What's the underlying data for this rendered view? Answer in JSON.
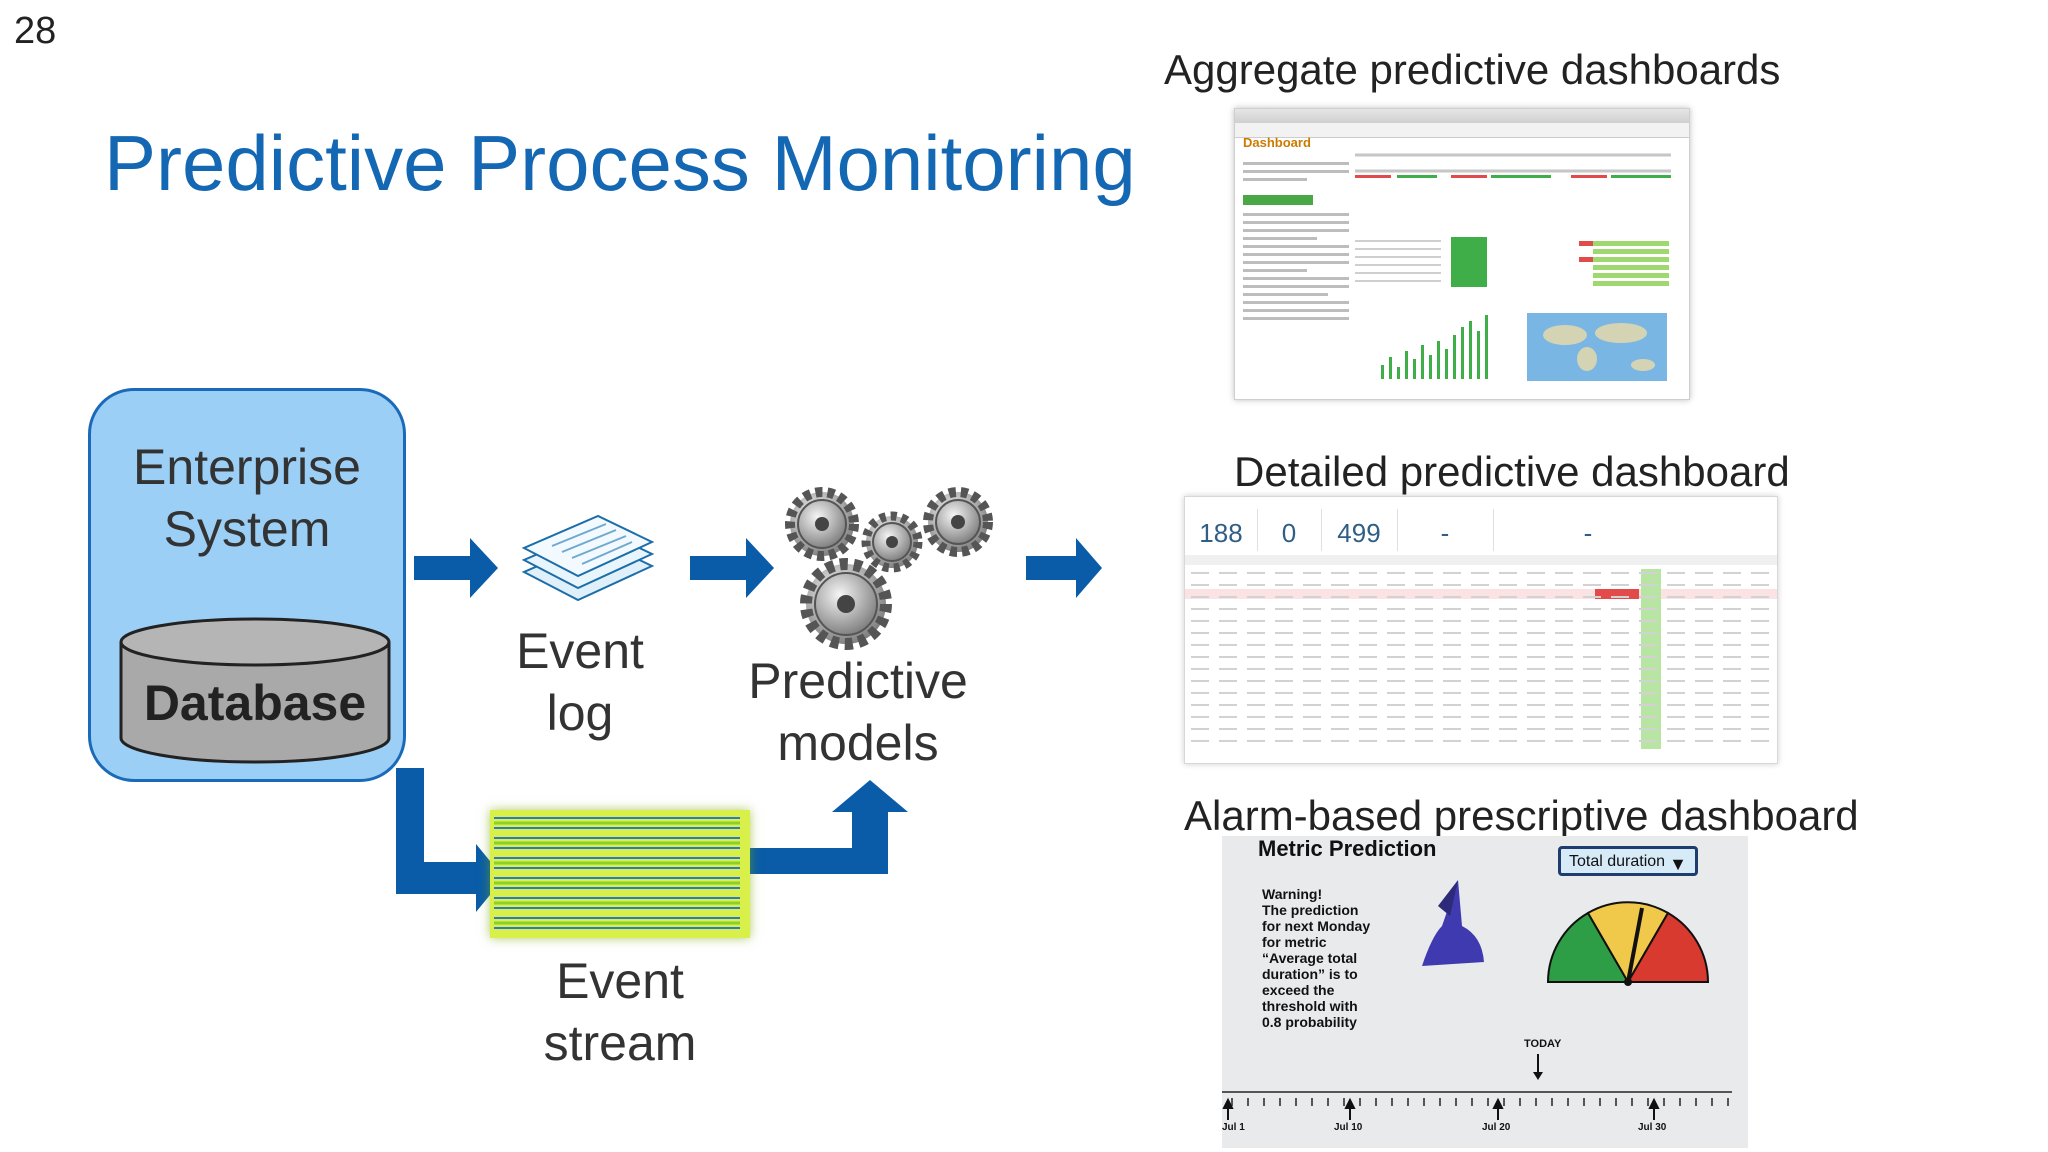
{
  "slide": {
    "number": "28",
    "title": "Predictive Process Monitoring"
  },
  "nodes": {
    "enterprise_system": "Enterprise\nSystem",
    "database": "Database",
    "event_log": "Event\nlog",
    "predictive_models": "Predictive\nmodels",
    "event_stream": "Event\nstream"
  },
  "panels": {
    "aggregate": {
      "title": "Aggregate predictive dashboards",
      "dashboard_name": "Dashboard"
    },
    "detailed": {
      "title": "Detailed predictive dashboard",
      "kpis": [
        "188",
        "0",
        "499",
        "-",
        "-"
      ]
    },
    "alarm": {
      "title": "Alarm-based prescriptive dashboard",
      "heading": "Metric Prediction",
      "select_value": "Total duration",
      "warning_lines": [
        "Warning!",
        "The prediction",
        "for next Monday",
        "for metric",
        "“Average total",
        "duration” is to",
        "exceed the",
        "threshold with",
        "0.8 probability"
      ],
      "today": "TODAY",
      "ticks": [
        "Jul 1",
        "Jul 10",
        "Jul 20",
        "Jul 30"
      ]
    }
  },
  "colors": {
    "title_blue": "#1467b3",
    "arrow_blue": "#0a5ca8",
    "box_fill": "#9ccff6"
  }
}
